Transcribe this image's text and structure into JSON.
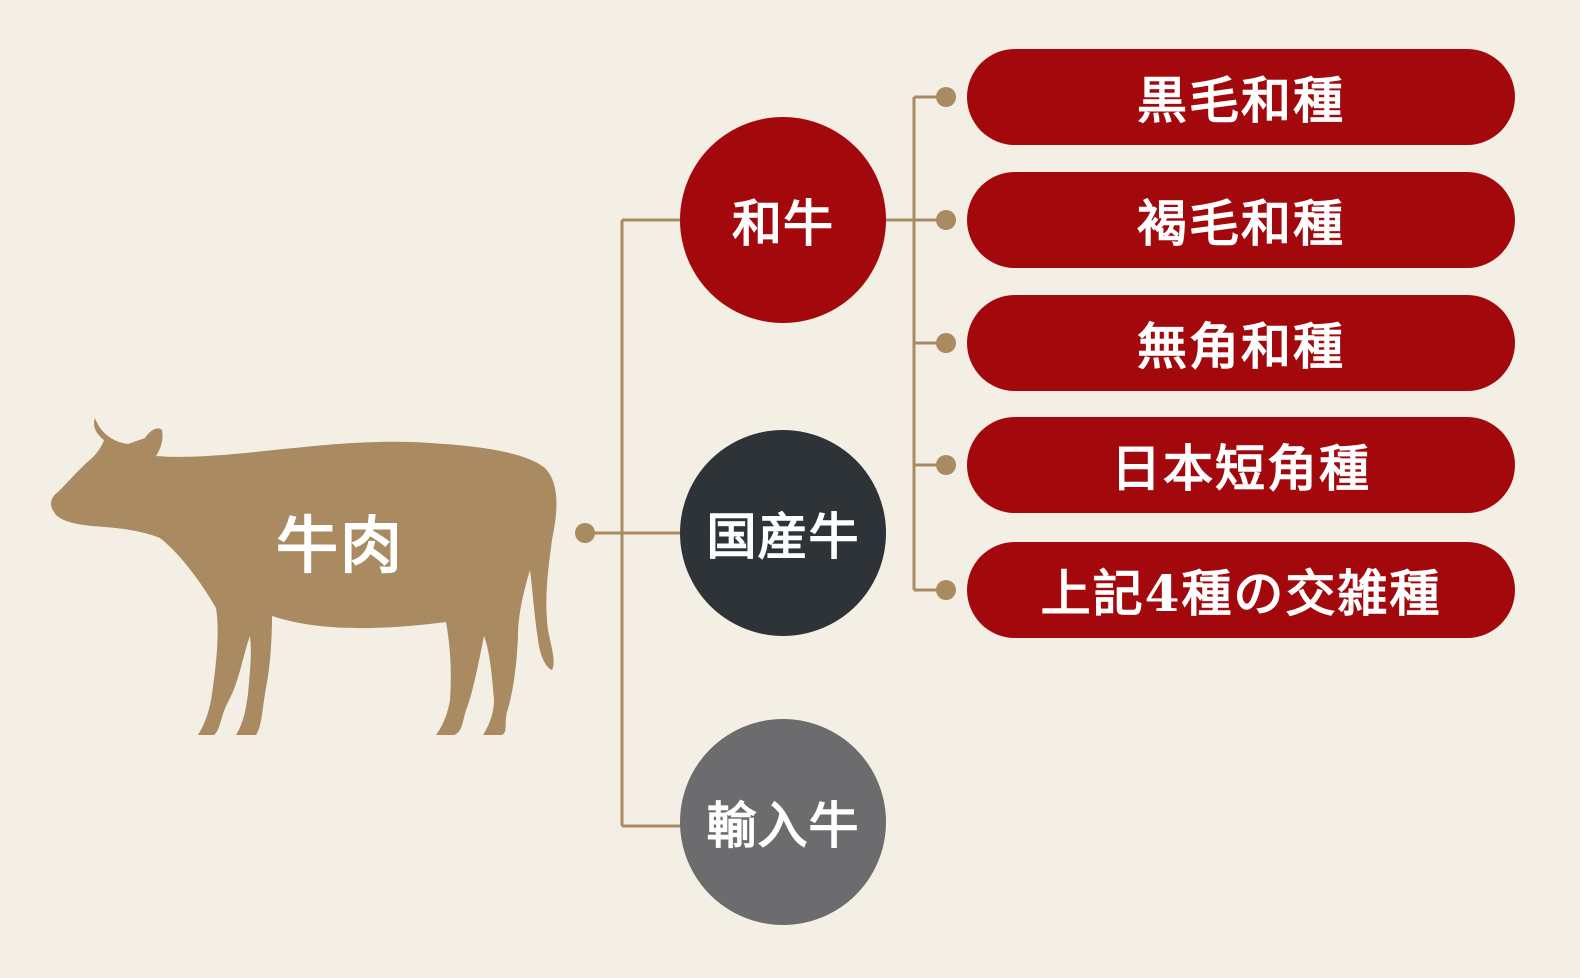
{
  "root": {
    "label": "牛肉"
  },
  "categories": [
    {
      "label": "和牛",
      "color": "#a3080d"
    },
    {
      "label": "国産牛",
      "color": "#2d3336"
    },
    {
      "label": "輸入牛",
      "color": "#6c6c6e"
    }
  ],
  "breeds": [
    {
      "label": "黒毛和種"
    },
    {
      "label": "褐毛和種"
    },
    {
      "label": "無角和種"
    },
    {
      "label": "日本短角種"
    },
    {
      "label": "上記4種の交雑種"
    }
  ],
  "colors": {
    "background": "#f4efe5",
    "connector": "#a98a61",
    "cow": "#a98a61",
    "breed_pill": "#a3080d"
  }
}
